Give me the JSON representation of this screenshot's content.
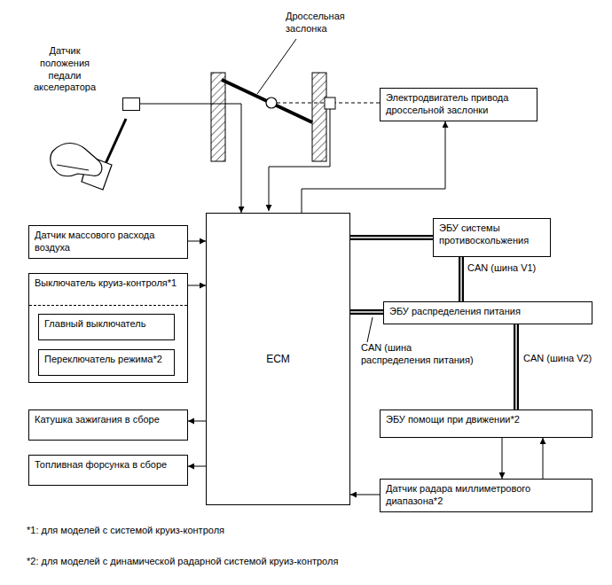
{
  "diagram": {
    "nodes": [
      {
        "text": [
          "Датчик положения педали акселератора"
        ]
      },
      {
        "text": [
          "Электродвигатель привода дроссельной заслонки"
        ]
      },
      {
        "text": [
          "Датчик массового расхода воздуха"
        ]
      },
      {
        "text": [
          "Выключатель круиз-контроля*1"
        ]
      },
      {
        "text": [
          "Главный выключатель"
        ],
        "in": 3
      },
      {
        "text": [
          "Переключатель режима*2"
        ],
        "in": 3
      },
      {
        "text": [
          "ECM"
        ]
      },
      {
        "text": [
          "ЭБУ системы противоскольжения"
        ]
      },
      {
        "text": [
          "ЭБУ распределения питания"
        ]
      },
      {
        "text": [
          "Катушка зажигания в сборе"
        ]
      },
      {
        "text": [
          "Топливная форсунка в сборе"
        ]
      },
      {
        "text": [
          "ЭБУ помощи при движении*2"
        ]
      },
      {
        "text": [
          "Датчик радара миллиметрового диапазона*2"
        ]
      }
    ],
    "edges": [
      {
        "from": 0,
        "to": 6,
        "arrow": "to"
      },
      {
        "from": 6,
        "to": 1,
        "arrow": "to"
      },
      {
        "from": 2,
        "to": 6,
        "arrow": "to"
      },
      {
        "from": 3,
        "to": 6,
        "arrow": "to"
      },
      {
        "from": 6,
        "to": 9,
        "arrow": "to"
      },
      {
        "from": 6,
        "to": 10,
        "arrow": "to"
      },
      {
        "from": 12,
        "to": 6,
        "arrow": "to"
      },
      {
        "from": 6,
        "to": 7,
        "arrow": "none"
      },
      {
        "from": 8,
        "to": 7,
        "label": "CAN (шина V1)",
        "arrow": "none"
      },
      {
        "from": 6,
        "to": 8,
        "label": "CAN (шина распределения питания)",
        "arrow": "none"
      },
      {
        "from": 8,
        "to": 11,
        "label": "CAN (шина V2)",
        "arrow": "none"
      },
      {
        "from": 11,
        "to": 12,
        "arrow": "to"
      },
      {
        "from": 12,
        "to": 11,
        "arrow": "to"
      }
    ],
    "labels": [
      "Дроссельная заслонка",
      "*1: для моделей с системой круиз-контроля",
      "*2: для моделей с динамической радарной системой круиз-контроля"
    ]
  }
}
